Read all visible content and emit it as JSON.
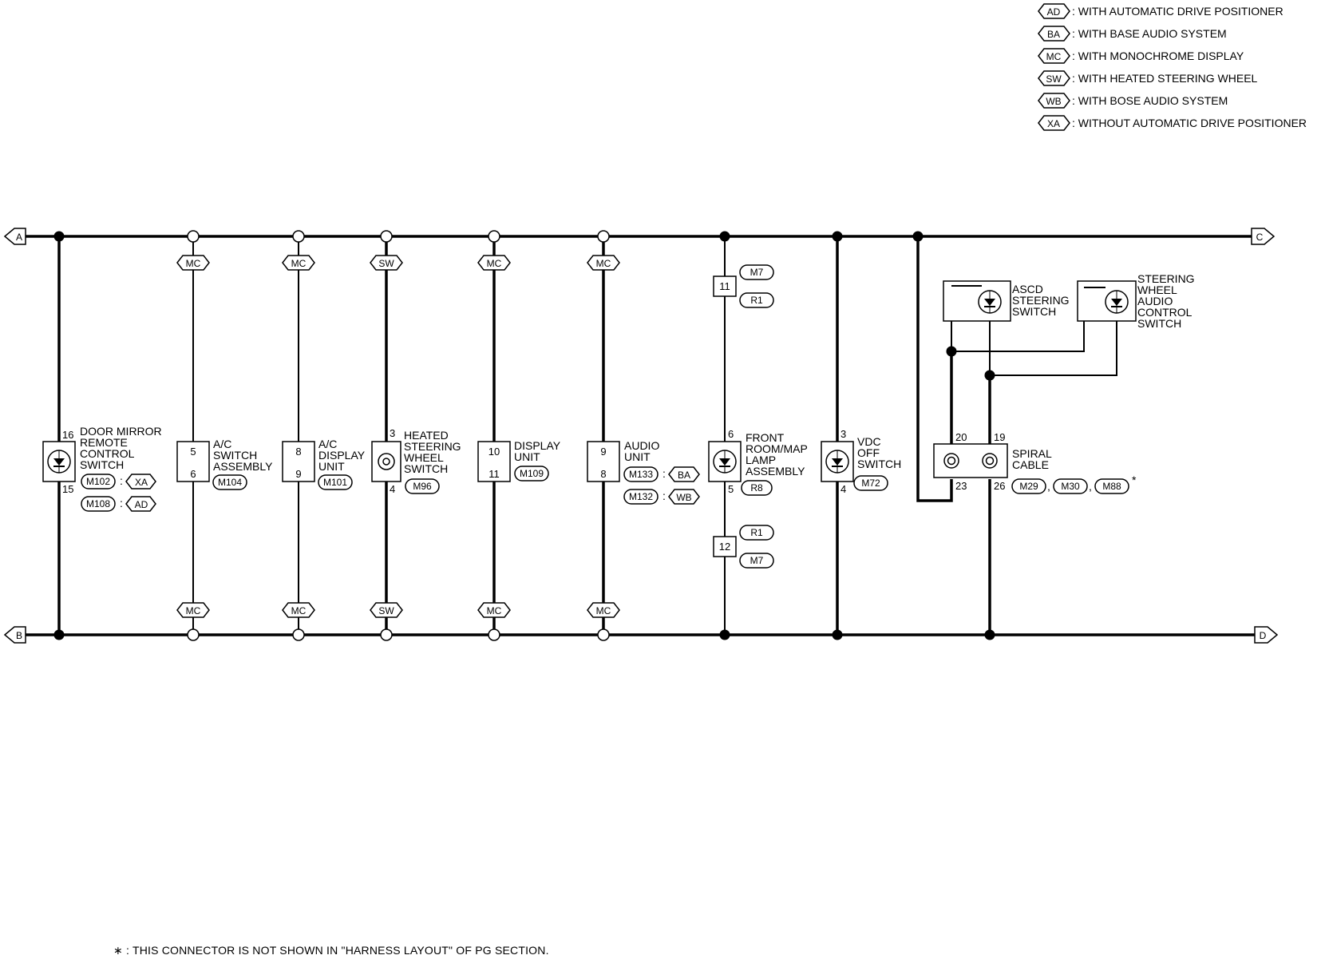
{
  "legend": [
    {
      "code": "AD",
      "text": ": WITH AUTOMATIC DRIVE POSITIONER"
    },
    {
      "code": "BA",
      "text": ": WITH BASE AUDIO SYSTEM"
    },
    {
      "code": "MC",
      "text": ": WITH MONOCHROME DISPLAY"
    },
    {
      "code": "SW",
      "text": ": WITH HEATED STEERING WHEEL"
    },
    {
      "code": "WB",
      "text": ": WITH BOSE AUDIO SYSTEM"
    },
    {
      "code": "XA",
      "text": ": WITHOUT AUTOMATIC DRIVE POSITIONER"
    }
  ],
  "terminals": {
    "a": "A",
    "b": "B",
    "c": "C",
    "d": "D"
  },
  "components": {
    "door_mirror": {
      "lines": [
        "DOOR MIRROR",
        "REMOTE",
        "CONTROL",
        "SWITCH"
      ],
      "pin_top": "16",
      "pin_bottom": "15",
      "connectors": [
        "M102",
        "M108"
      ],
      "options": [
        "XA",
        "AD"
      ]
    },
    "ac_switch": {
      "lines": [
        "A/C",
        "SWITCH",
        "ASSEMBLY"
      ],
      "pin_top": "5",
      "pin_bottom": "6",
      "connector": "M104",
      "option": "MC"
    },
    "ac_display": {
      "lines": [
        "A/C",
        "DISPLAY",
        "UNIT"
      ],
      "pin_top": "8",
      "pin_bottom": "9",
      "connector": "M101",
      "option": "MC"
    },
    "heated_wheel": {
      "lines": [
        "HEATED",
        "STEERING",
        "WHEEL",
        "SWITCH"
      ],
      "pin_top": "3",
      "pin_bottom": "4",
      "connector": "M96",
      "option": "SW"
    },
    "display_unit": {
      "lines": [
        "DISPLAY",
        "UNIT"
      ],
      "pin_top": "10",
      "pin_bottom": "11",
      "connector": "M109",
      "option": "MC"
    },
    "audio_unit": {
      "lines": [
        "AUDIO",
        "UNIT"
      ],
      "pin_top": "9",
      "pin_bottom": "8",
      "connectors": [
        "M133",
        "M132"
      ],
      "options": [
        "BA",
        "WB"
      ],
      "option": "MC",
      "sep": ":"
    },
    "front_room_lamp": {
      "lines": [
        "FRONT",
        "ROOM/MAP",
        "LAMP",
        "ASSEMBLY"
      ],
      "pin_top": "6",
      "pin_bottom": "5",
      "connector": "R8",
      "upper_joint": {
        "pin": "11",
        "connectors": [
          "M7",
          "R1"
        ]
      },
      "lower_joint": {
        "pin": "12",
        "connectors": [
          "R1",
          "M7"
        ]
      }
    },
    "vdc_off": {
      "lines": [
        "VDC",
        "OFF",
        "SWITCH"
      ],
      "pin_top": "3",
      "pin_bottom": "4",
      "connector": "M72"
    },
    "ascd_switch": {
      "lines": [
        "ASCD",
        "STEERING",
        "SWITCH"
      ]
    },
    "steering_audio": {
      "lines": [
        "STEERING",
        "WHEEL",
        "AUDIO",
        "CONTROL",
        "SWITCH"
      ]
    },
    "spiral_cable": {
      "lines": [
        "SPIRAL",
        "CABLE"
      ],
      "pins": [
        "20",
        "19",
        "23",
        "26"
      ],
      "connectors": [
        "M29",
        "M30",
        "M88"
      ],
      "comma": ",",
      "star": "*"
    }
  },
  "footnote": "∗ : THIS CONNECTOR IS NOT SHOWN IN \"HARNESS LAYOUT\" OF PG SECTION."
}
